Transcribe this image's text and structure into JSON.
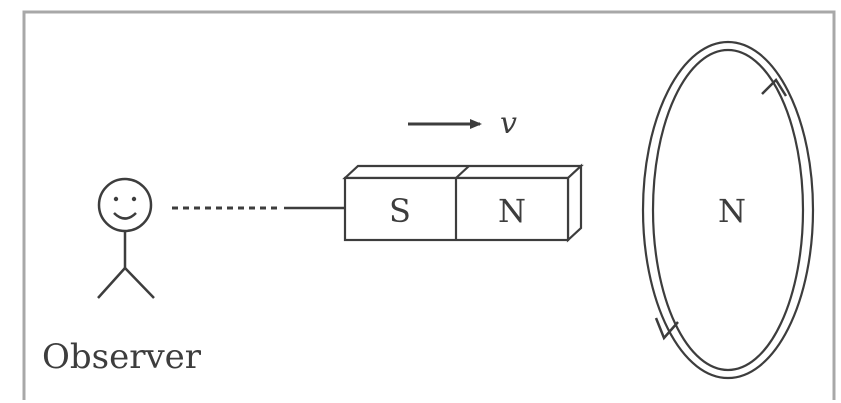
{
  "diagram": {
    "velocity_label": "v",
    "magnet": {
      "left_pole": "S",
      "right_pole": "N"
    },
    "coil_label": "N",
    "observer_label": "Observer",
    "colors": {
      "line": "#3d3d3d",
      "border": "#a8a8a8",
      "background": "#ffffff"
    }
  }
}
